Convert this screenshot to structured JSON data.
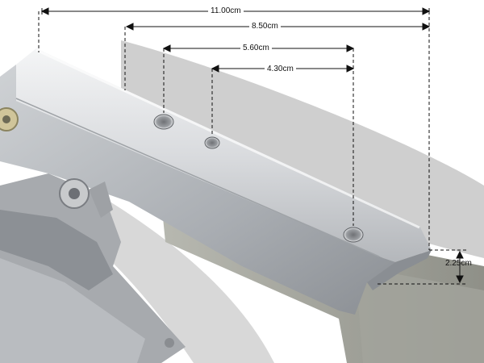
{
  "dimensions": {
    "overall_length": "11.00cm",
    "length_to_first_hole_group": "8.50cm",
    "hole_1_to_hole_3": "5.60cm",
    "hole_2_to_hole_3": "4.30cm",
    "end_drop_height": "2.25cm"
  },
  "colors": {
    "background": "#ffffff",
    "shadow": "#c9c9c9",
    "metal_light": "#e6e8ea",
    "metal_mid": "#b9bcc0",
    "metal_dark": "#7f8287",
    "dimension_line": "#111111"
  }
}
